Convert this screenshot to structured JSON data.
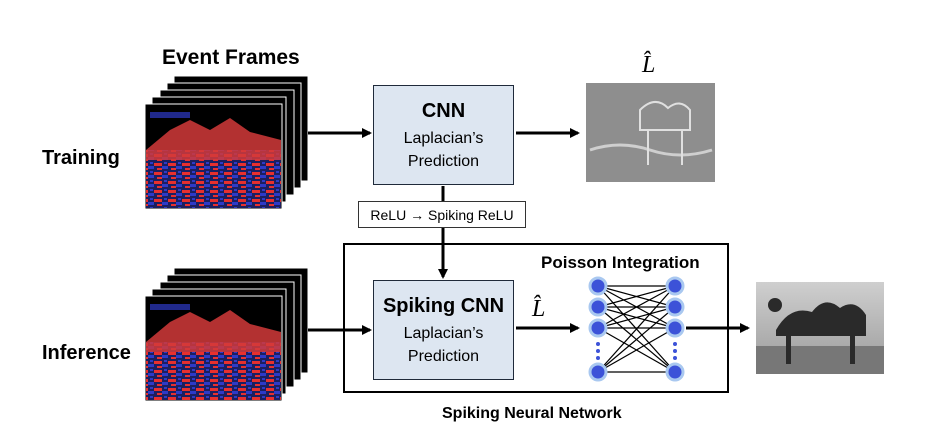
{
  "event_frames_label": "Event Frames",
  "training_label": "Training",
  "inference_label": "Inference",
  "cnn_box": {
    "title": "CNN",
    "line1": "Laplacian’s",
    "line2": "Prediction"
  },
  "spiking_cnn_box": {
    "title": "Spiking CNN",
    "line1": "Laplacian’s",
    "line2": "Prediction"
  },
  "relu_label": "ReLU → Spiking ReLU",
  "poisson_label": "Poisson Integration",
  "snn_label": "Spiking Neural Network",
  "l_hat_symbol": "L̂",
  "colors": {
    "box_fill": "#dde6f1",
    "neuron": "#3c52d8",
    "event_red": "#e8302e",
    "event_blue": "#2e3ac8"
  }
}
